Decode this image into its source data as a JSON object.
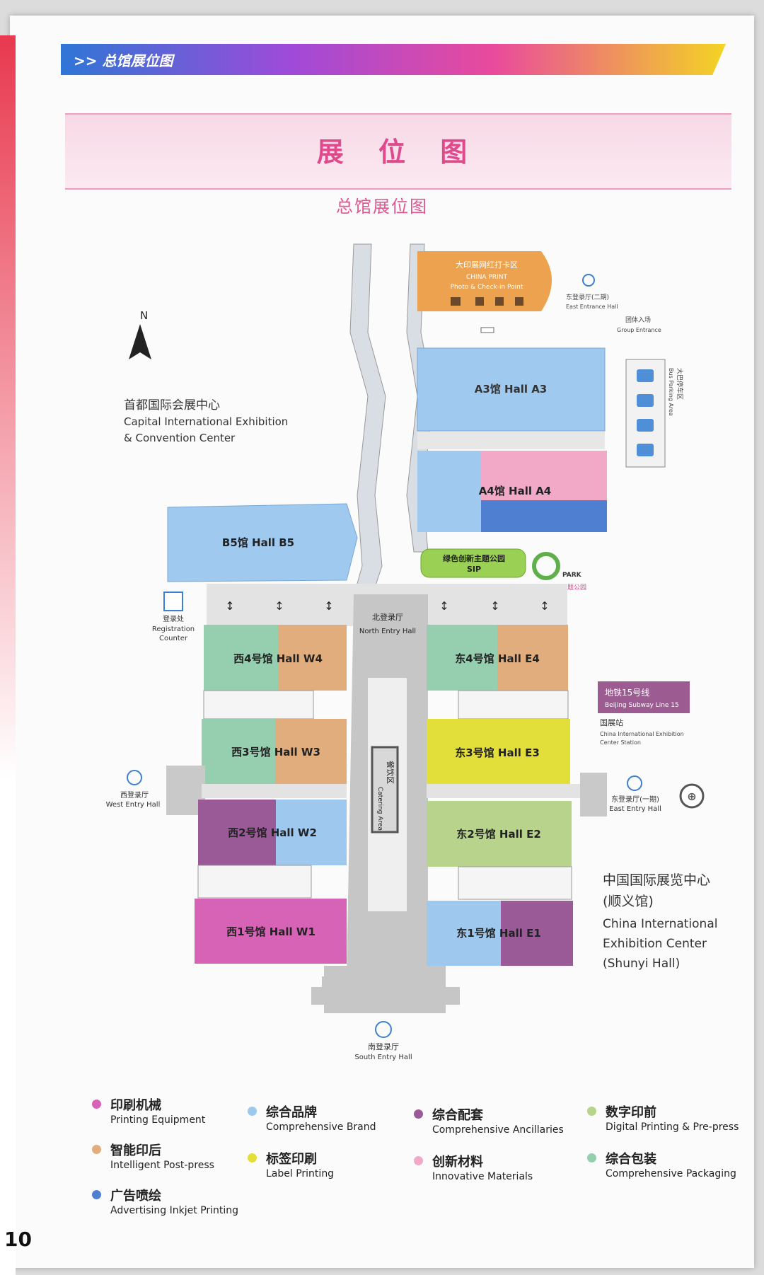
{
  "header": {
    "section_label": ">> 总馆展位图",
    "title": "展 位 图",
    "subtitle": "总馆展位图"
  },
  "north": "N",
  "capital_center": {
    "cn": "首都国际会展中心",
    "en1": "Capital International Exhibition",
    "en2": "& Convention Center"
  },
  "china_print": {
    "cn": "大印展网红打卡区",
    "en1": "CHINA PRINT",
    "en2": "Photo & Check-in Point"
  },
  "east_entrance_2": {
    "cn": "东登录厅(二期)",
    "en": "East Entrance Hall"
  },
  "group_entrance": {
    "cn": "团体入场",
    "en": "Group Entrance"
  },
  "bus_area": {
    "cn": "大巴停车区",
    "en": "Bus Parking Area"
  },
  "halls": {
    "A3": "A3馆 Hall A3",
    "A4": "A4馆 Hall A4",
    "B5": "B5馆 Hall B5",
    "W4": "西4号馆 Hall W4",
    "W3": "西3号馆 Hall W3",
    "W2": "西2号馆 Hall W2",
    "W1": "西1号馆 Hall W1",
    "E4": "东4号馆 Hall E4",
    "E3": "东3号馆 Hall E3",
    "E2": "东2号馆 Hall E2",
    "E1": "东1号馆 Hall E1"
  },
  "sip": {
    "cn": "绿色创新主题公园",
    "en": "SIP"
  },
  "park_logo": {
    "en": "PARK",
    "cn": "绿色创新主题公园"
  },
  "registration": {
    "cn": "登录处",
    "en1": "Registration",
    "en2": "Counter"
  },
  "north_entry": {
    "cn": "北登录厅",
    "en": "North Entry Hall"
  },
  "south_entry": {
    "cn": "南登录厅",
    "en": "South Entry Hall"
  },
  "west_entry": {
    "cn": "西登录厅",
    "en": "West Entry Hall"
  },
  "east_entry": {
    "cn": "东登录厅(一期)",
    "en": "East Entry Hall"
  },
  "catering": {
    "cn": "餐饮区",
    "en": "Catering Area"
  },
  "subway": {
    "line": "地铁15号线",
    "line_en": "Beijing Subway Line 15",
    "station": "国展站",
    "station_en1": "China International Exhibition",
    "station_en2": "Center Station"
  },
  "china_center": {
    "cn1": "中国国际展览中心",
    "cn2": "(顺义馆)",
    "en1": "China International",
    "en2": "Exhibition Center",
    "en3": "(Shunyi Hall)"
  },
  "legend": [
    {
      "cn": "印刷机械",
      "en": "Printing Equipment",
      "color": "#d763b7"
    },
    {
      "cn": "综合品牌",
      "en": "Comprehensive Brand",
      "color": "#9ec8ee"
    },
    {
      "cn": "综合配套",
      "en": "Comprehensive Ancillaries",
      "color": "#9a5a98"
    },
    {
      "cn": "数字印前",
      "en": "Digital Printing & Pre-press",
      "color": "#b7d38c"
    },
    {
      "cn": "智能印后",
      "en": "Intelligent Post-press",
      "color": "#e1ad7d"
    },
    {
      "cn": "标签印刷",
      "en": "Label Printing",
      "color": "#e2de3a"
    },
    {
      "cn": "创新材料",
      "en": "Innovative Materials",
      "color": "#f1a9c7"
    },
    {
      "cn": "综合包装",
      "en": "Comprehensive Packaging",
      "color": "#96cfb0"
    },
    {
      "cn": "广告喷绘",
      "en": "Advertising Inkjet Printing",
      "color": "#4f7fd1"
    }
  ],
  "page_number": "10"
}
